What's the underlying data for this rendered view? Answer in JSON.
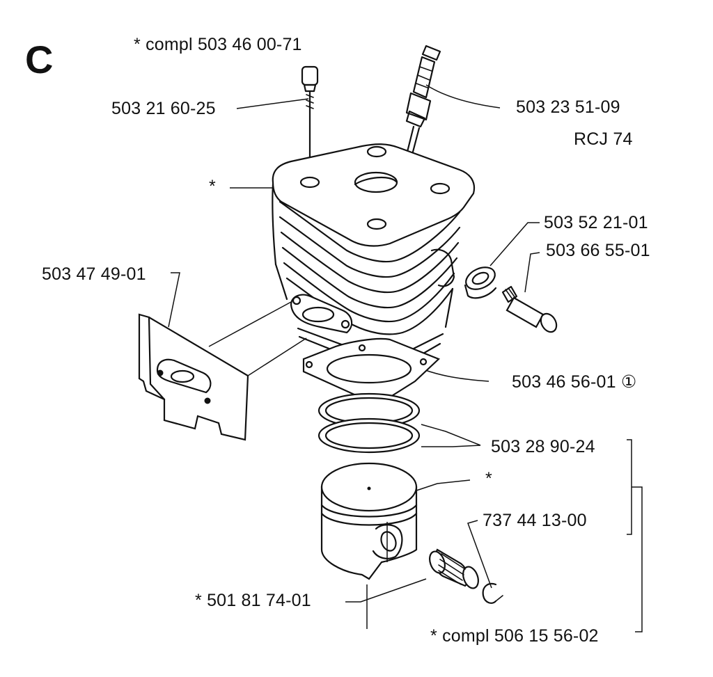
{
  "section_letter": "C",
  "kit_label": "* compl 503 46 00-71",
  "model_label": "RCJ 74",
  "parts": {
    "screw": "503 21 60-25",
    "spark_plug": "503 23 51-09",
    "cylinder": "*",
    "valve_collar": "503 52 21-01",
    "decompression_valve": "503 66 55-01",
    "heat_shield": "503 47 49-01",
    "base_gasket": "503 46 56-01 ①",
    "piston_rings": "503 28 90-24",
    "piston": "*",
    "circlip": "737 44 13-00",
    "needle_bearing": "* 501 81 74-01",
    "piston_kit": "* compl 506 15 56-02"
  },
  "colors": {
    "ink": "#111111",
    "paper": "#ffffff"
  }
}
